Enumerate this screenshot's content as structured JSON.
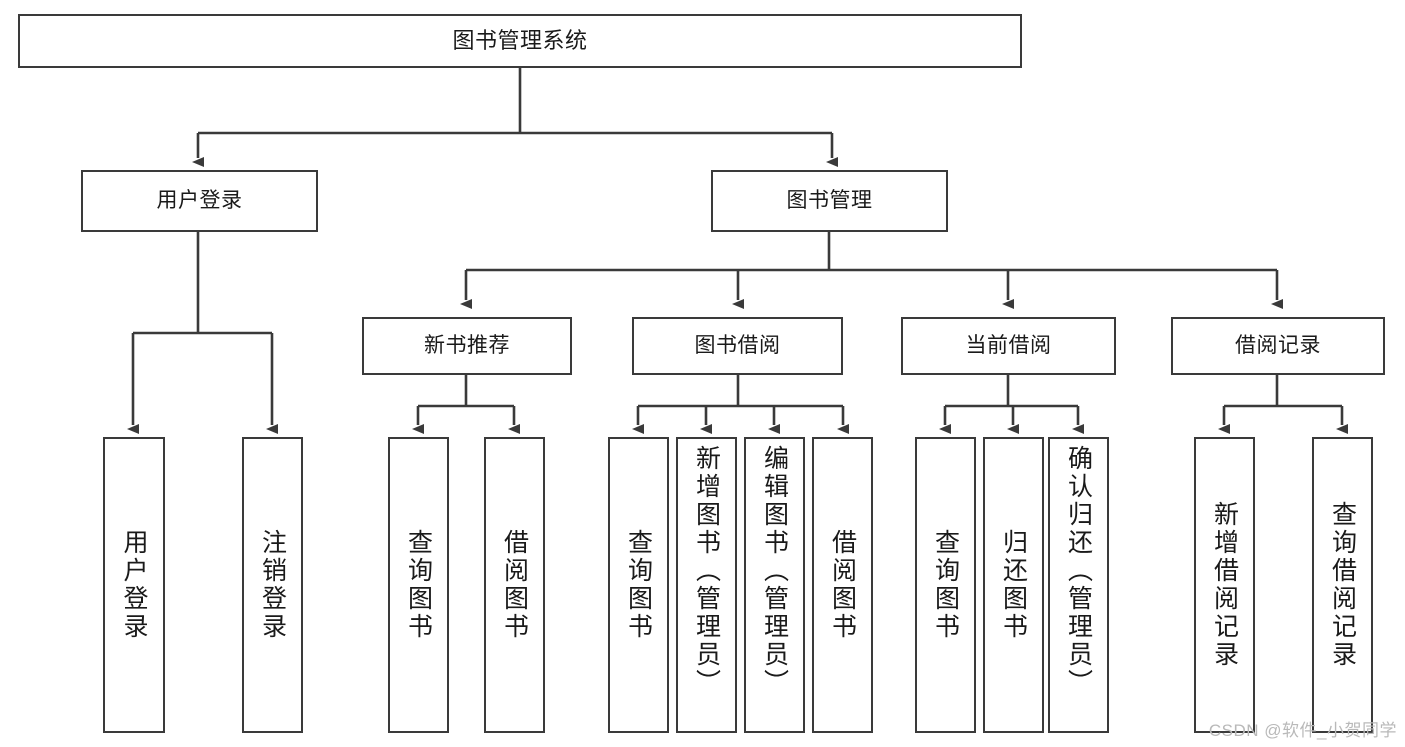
{
  "diagram": {
    "title": "图书管理系统",
    "type": "hierarchy-tree",
    "colors": {
      "background": "#ffffff",
      "node_border": "#3a3a3a",
      "node_fill": "#ffffff",
      "edge": "#3a3a3a",
      "text": "#1a1a1a",
      "watermark": "#b9b9b9"
    },
    "root": {
      "label": "图书管理系统"
    },
    "level2": [
      {
        "label": "用户登录"
      },
      {
        "label": "图书管理"
      }
    ],
    "level3": [
      {
        "label": "新书推荐"
      },
      {
        "label": "图书借阅"
      },
      {
        "label": "当前借阅"
      },
      {
        "label": "借阅记录"
      }
    ],
    "leaves": {
      "user_login": [
        {
          "label": "用户登录"
        },
        {
          "label": "注销登录"
        }
      ],
      "new_book_recommend": [
        {
          "label": "查询图书"
        },
        {
          "label": "借阅图书"
        }
      ],
      "book_borrow": [
        {
          "label": "查询图书"
        },
        {
          "label": "新增图书（管理员）"
        },
        {
          "label": "编辑图书（管理员）"
        },
        {
          "label": "借阅图书"
        }
      ],
      "current_borrow": [
        {
          "label": "查询图书"
        },
        {
          "label": "归还图书"
        },
        {
          "label": "确认归还（管理员）"
        }
      ],
      "borrow_record": [
        {
          "label": "新增借阅记录"
        },
        {
          "label": "查询借阅记录"
        }
      ]
    },
    "watermark": "CSDN @软件_小贺同学"
  }
}
